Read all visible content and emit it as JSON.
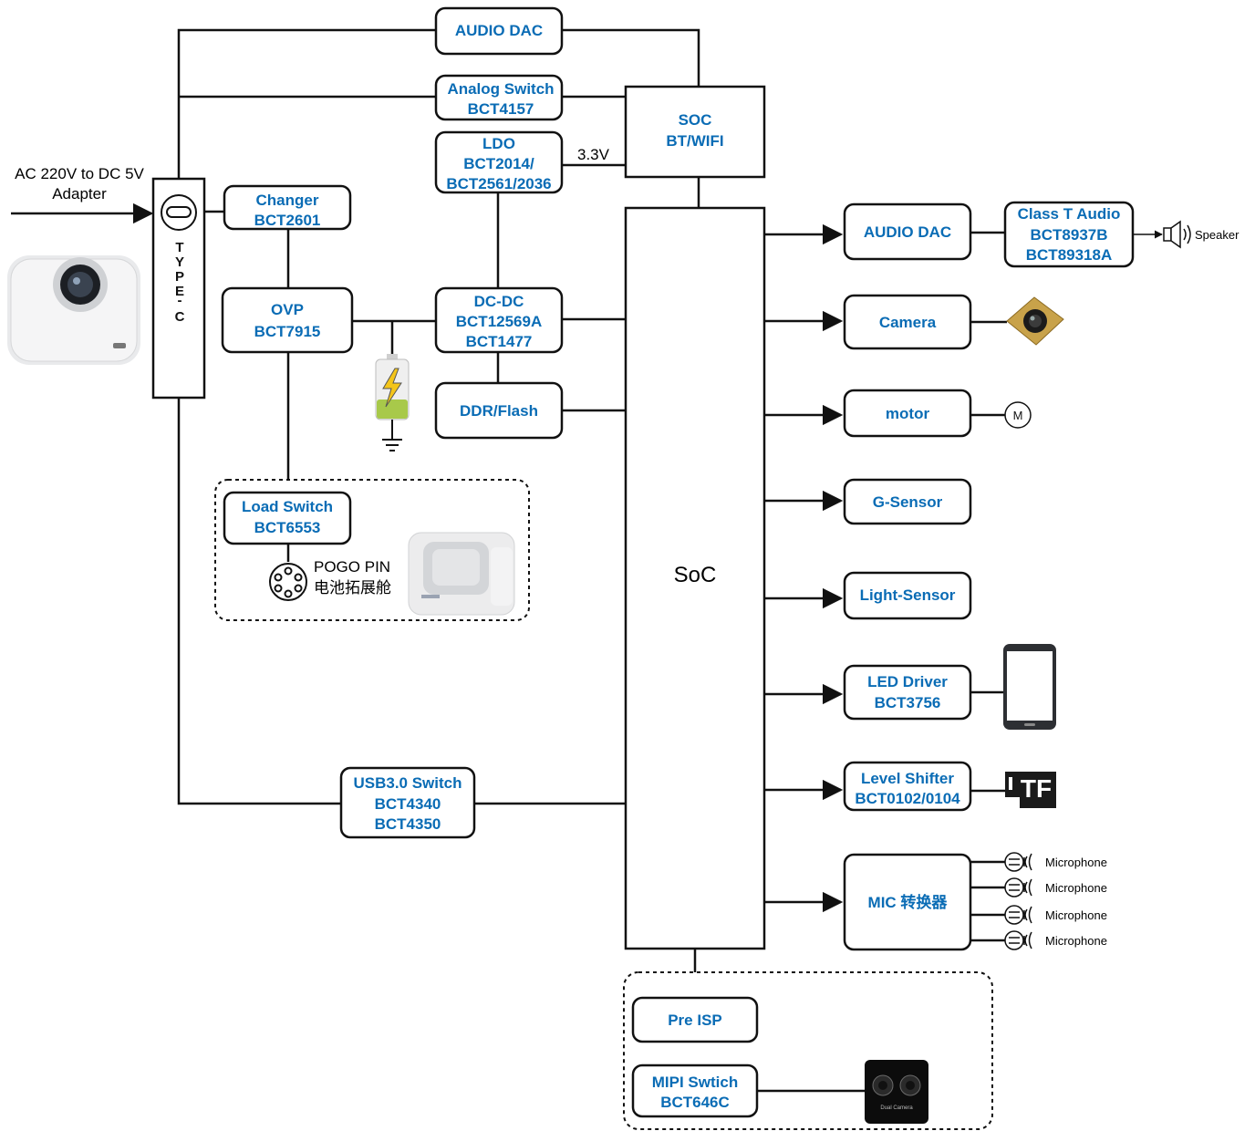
{
  "colors": {
    "line": "#111111",
    "block_text": "#0a6cb5",
    "battery_green": "#a8c94a",
    "battery_bolt": "#f4c51a"
  },
  "input": {
    "source_line1": "AC 220V to DC 5V",
    "source_line2": "Adapter"
  },
  "typec": {
    "label": "TYPE-C",
    "icon": "usb-c-port-icon"
  },
  "blocks": {
    "audio_dac_top": [
      "AUDIO DAC"
    ],
    "analog_switch": [
      "Analog Switch",
      "BCT4157"
    ],
    "ldo": [
      "LDO",
      "BCT2014/",
      "BCT2561/2036"
    ],
    "soc_bt": [
      "SOC",
      "BT/WIFI"
    ],
    "charger": [
      "Changer",
      "BCT2601"
    ],
    "ovp": [
      "OVP",
      "BCT7915"
    ],
    "dcdc": [
      "DC-DC",
      "BCT12569A",
      "BCT1477"
    ],
    "ddr": [
      "DDR/Flash"
    ],
    "load_switch": [
      "Load Switch",
      "BCT6553"
    ],
    "usb_switch": [
      "USB3.0 Switch",
      "BCT4340",
      "BCT4350"
    ],
    "pre_isp": [
      "Pre ISP"
    ],
    "mipi": [
      "MIPI Swtich",
      "BCT646C"
    ],
    "audio_dac_right": [
      "AUDIO DAC"
    ],
    "class_t": [
      "Class T Audio",
      "BCT8937B",
      "BCT89318A"
    ],
    "camera": [
      "Camera"
    ],
    "motor": [
      "motor"
    ],
    "gsensor": [
      "G-Sensor"
    ],
    "light": [
      "Light-Sensor"
    ],
    "led": [
      "LED Driver",
      "BCT3756"
    ],
    "level": [
      "Level Shifter",
      "BCT0102/0104"
    ],
    "mic": [
      "MIC 转换器"
    ]
  },
  "soc_main": "SoC",
  "voltage_label": "3.3V",
  "pogo": {
    "line1": "POGO PIN",
    "line2": "电池拓展舱"
  },
  "peripherals": {
    "speaker": "Speaker",
    "motor_symbol": "M",
    "tf_card": "TF",
    "microphones": [
      "Microphone",
      "Microphone",
      "Microphone",
      "Microphone"
    ],
    "dual_camera": "Dual Camera"
  }
}
